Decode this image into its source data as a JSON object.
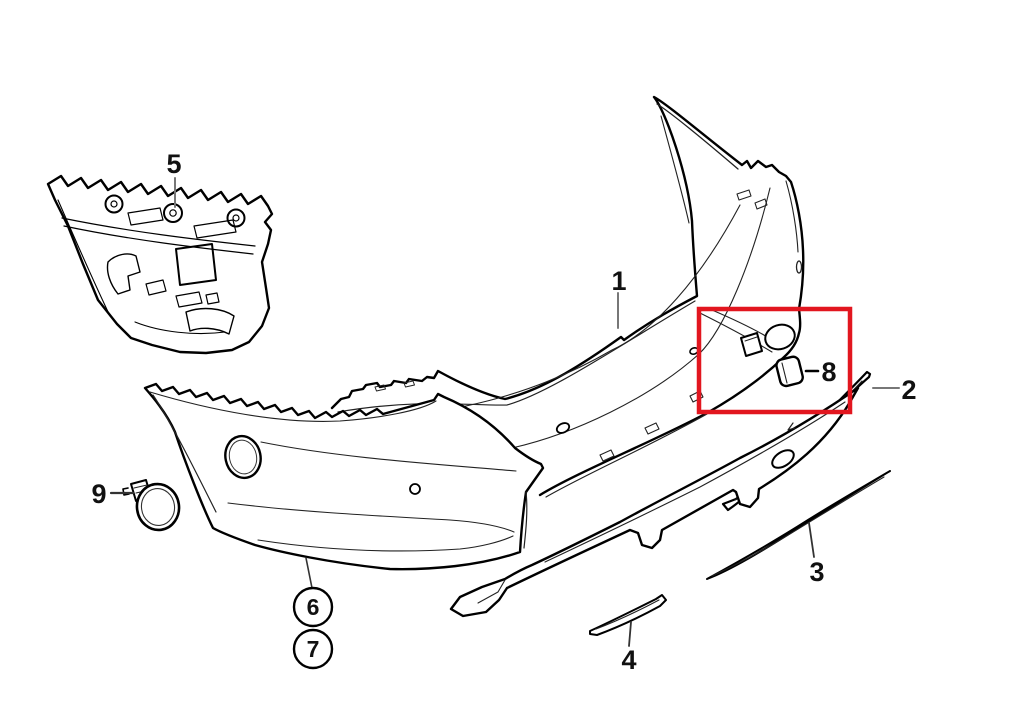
{
  "diagram": {
    "background": "#ffffff",
    "line_color": "#000000",
    "highlight_color": "#e2161f",
    "callouts": {
      "c1": "1",
      "c2": "2",
      "c3": "3",
      "c4": "4",
      "c5": "5",
      "c6": "6",
      "c7": "7",
      "c8": "8",
      "c9": "9"
    }
  }
}
